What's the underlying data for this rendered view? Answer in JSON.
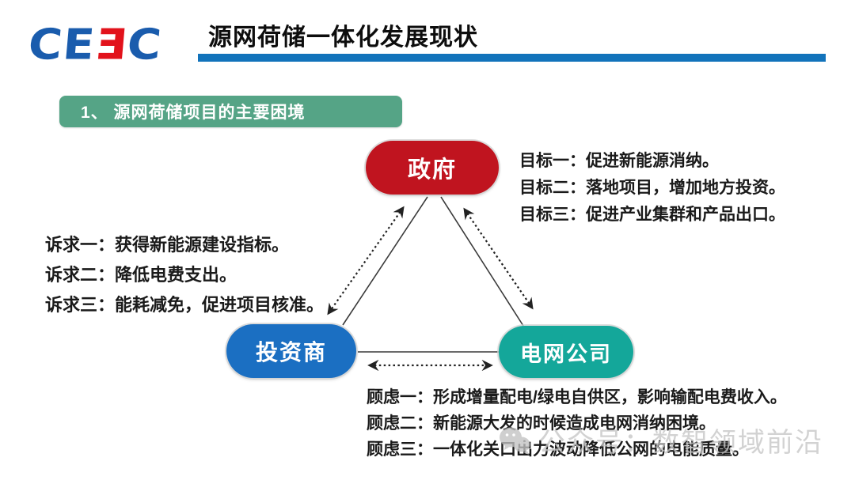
{
  "logo": {
    "alt": "CEEC logo",
    "letters": [
      {
        "char": "C",
        "color": "#1A5CAD"
      },
      {
        "char": "E",
        "color": "#1A5CAD"
      },
      {
        "char": "Ǝ",
        "color": "#E2121B"
      },
      {
        "char": "C",
        "color": "#1A5CAD"
      }
    ]
  },
  "header": {
    "title": "源网荷储一体化发展现状",
    "underline_color": "#1273BB"
  },
  "section_banner": {
    "text": "1、 源网荷储项目的主要困境",
    "bg_color": "#55A486",
    "text_color": "#ffffff"
  },
  "diagram": {
    "nodes": [
      {
        "id": "government",
        "label": "政府",
        "color": "#C0141F"
      },
      {
        "id": "investor",
        "label": "投资商",
        "color": "#1B6FC2"
      },
      {
        "id": "grid-company",
        "label": "电网公司",
        "color": "#14A79A"
      }
    ],
    "edges": [
      {
        "from": "政府",
        "to": "投资商",
        "lines": [
          "solid",
          "dotted-double-arrow"
        ]
      },
      {
        "from": "政府",
        "to": "电网公司",
        "lines": [
          "solid",
          "dotted-double-arrow"
        ]
      },
      {
        "from": "投资商",
        "to": "电网公司",
        "lines": [
          "solid",
          "dotted-double-arrow"
        ]
      }
    ],
    "line_color": "#333333"
  },
  "notes": {
    "goals": {
      "lines": [
        "目标一：促进新能源消纳。",
        "目标二：落地项目，增加地方投资。",
        "目标三：促进产业集群和产品出口。"
      ]
    },
    "demands": {
      "lines": [
        "诉求一：获得新能源建设指标。",
        "诉求二：降低电费支出。",
        "诉求三：能耗减免，促进项目核准。"
      ]
    },
    "concerns": {
      "lines": [
        "顾虑一：形成增量配电/绿电自供区，影响输配电费收入。",
        "顾虑二：新能源大发的时候造成电网消纳困境。",
        "顾虑三：一体化关口出力波动降低公网的电能质量。"
      ]
    }
  },
  "watermark": {
    "text": "公众号：数智领域前沿",
    "color": "#c6c6c6"
  }
}
